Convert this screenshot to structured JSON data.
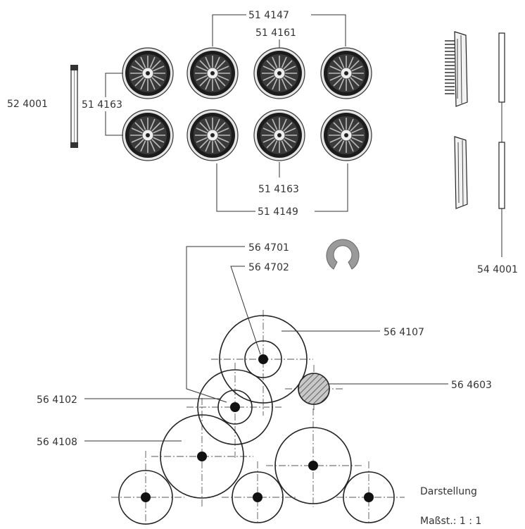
{
  "labels": {
    "axle": "52 4001",
    "wheel_top": "51 4147",
    "wheel_mid_top": "51 4161",
    "wheel_left": "51 4163",
    "wheel_mid_bottom": "51 4163",
    "wheel_bottom": "51 4149",
    "side_part": "54 4001",
    "gear_4701": "56 4701",
    "gear_4702": "56 4702",
    "gear_4107": "56 4107",
    "gear_4603": "56 4603",
    "gear_4102": "56 4102",
    "gear_4108": "56 4108"
  },
  "caption": {
    "line1": "Darstellung",
    "line2": "Maßst.: 1 : 1"
  },
  "colors": {
    "line": "#222222",
    "hatch_fill": "#bdbdbd",
    "wheel_dark": "#1a1a1a"
  }
}
